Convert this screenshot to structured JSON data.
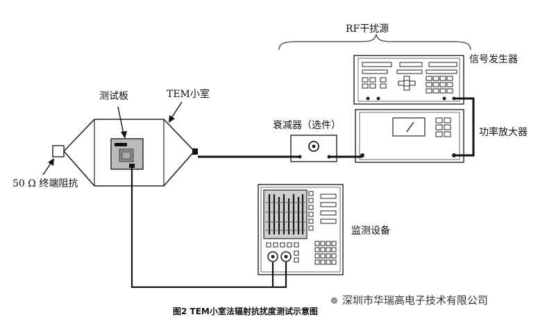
{
  "labels": {
    "rf_group": "RF干扰源",
    "signal_generator": "信号发生器",
    "power_amplifier": "功率放大器",
    "test_board": "测试板",
    "tem_cell": "TEM小室",
    "attenuator": "衰减器（选件）",
    "termination": "50 Ω 终端阻抗",
    "monitor": "监测设备"
  },
  "caption": "图2  TEM小室法辐射抗扰度测试示意图",
  "watermark": "深圳市华瑞高电子技术有限公司"
}
